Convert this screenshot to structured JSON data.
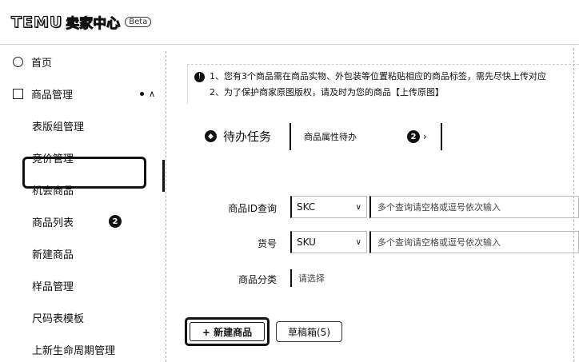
{
  "header": {
    "logo": "TEMU",
    "logo_sub": "卖家中心",
    "beta": "Beta"
  },
  "sidebar": {
    "items": [
      {
        "label": "首页"
      },
      {
        "label": "商品管理"
      },
      {
        "label": "表版组管理"
      },
      {
        "label": "竞价管理"
      },
      {
        "label": "机会商品"
      },
      {
        "label": "商品列表"
      },
      {
        "label": "新建商品"
      },
      {
        "label": "样品管理"
      },
      {
        "label": "尺码表模板"
      },
      {
        "label": "上新生命周期管理"
      }
    ],
    "selected_badge": "2"
  },
  "notice": {
    "line1": "1、您有3个商品需在商品实物、外包装等位置粘贴相应的商品标签，需先尽快上传对应",
    "line2": "2、为了保护商家原图版权，请及时为您的商品【上传原图】"
  },
  "todo": {
    "title": "待办任务",
    "card_label": "商品属性待办",
    "card_badge": "2"
  },
  "filters": {
    "id_label": "商品ID查询",
    "id_select": "SKC",
    "id_placeholder": "多个查询请空格或逗号依次输入",
    "sku_label": "货号",
    "sku_select": "SKU",
    "sku_placeholder": "多个查询请空格或逗号依次输入",
    "cat_label": "商品分类",
    "cat_placeholder": "请选择"
  },
  "actions": {
    "new_product": "+ 新建商品",
    "drafts": "草稿箱(5)"
  }
}
